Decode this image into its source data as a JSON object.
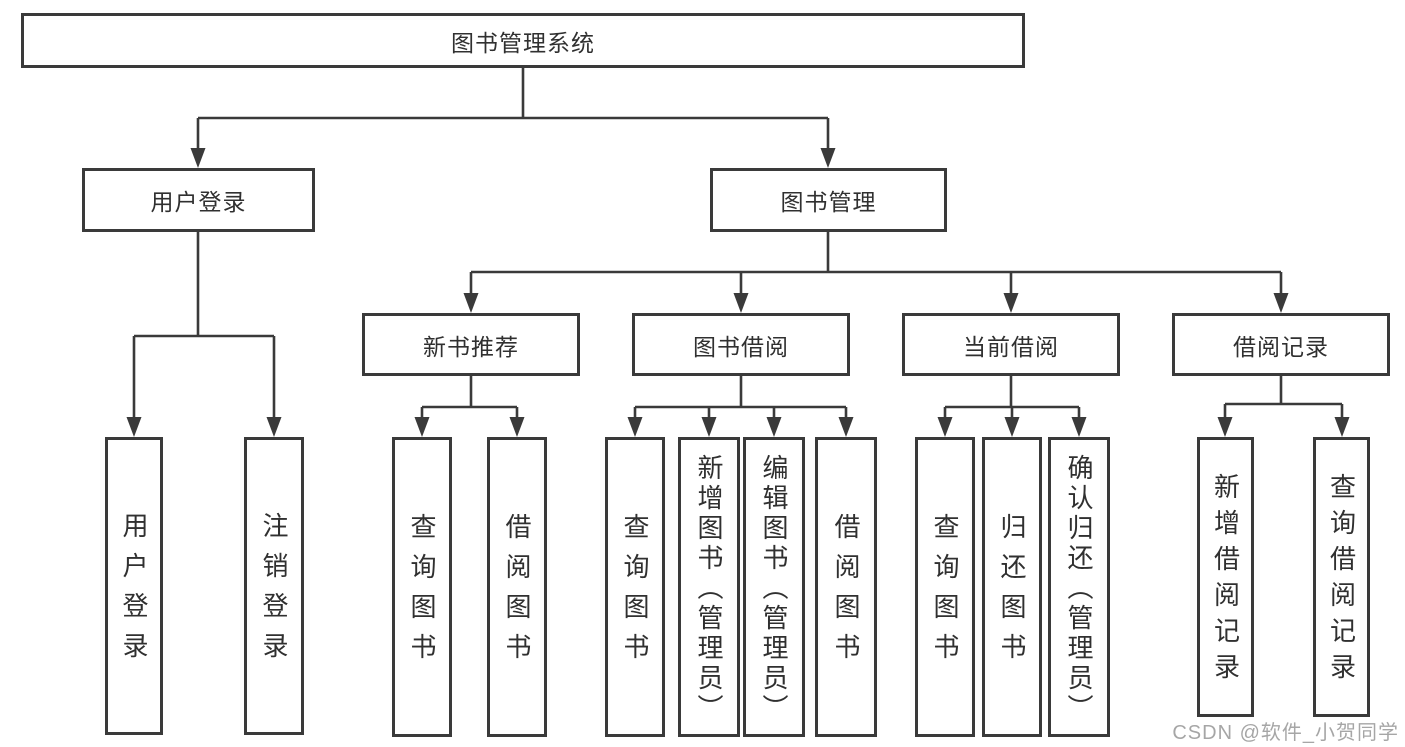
{
  "diagram_title": "图书管理系统",
  "tree": {
    "root": {
      "label": "图书管理系统"
    },
    "branches": [
      {
        "label": "用户登录",
        "children": [
          {
            "label": "用户登录"
          },
          {
            "label": "注销登录"
          }
        ]
      },
      {
        "label": "图书管理",
        "children": [
          {
            "label": "新书推荐",
            "children": [
              {
                "label": "查询图书"
              },
              {
                "label": "借阅图书"
              }
            ]
          },
          {
            "label": "图书借阅",
            "children": [
              {
                "label": "查询图书"
              },
              {
                "label": "新增图书（管理员）"
              },
              {
                "label": "编辑图书（管理员）"
              },
              {
                "label": "借阅图书"
              }
            ]
          },
          {
            "label": "当前借阅",
            "children": [
              {
                "label": "查询图书"
              },
              {
                "label": "归还图书"
              },
              {
                "label": "确认归还（管理员）"
              }
            ]
          },
          {
            "label": "借阅记录",
            "children": [
              {
                "label": "新增借阅记录"
              },
              {
                "label": "查询借阅记录"
              }
            ]
          }
        ]
      }
    ]
  },
  "watermark": {
    "text": "CSDN @软件_小贺同学"
  },
  "colors": {
    "line": "#3a3a3a",
    "box_border": "#3a3a3a",
    "text": "#303030",
    "background": "#ffffff",
    "watermark": "#969696"
  }
}
